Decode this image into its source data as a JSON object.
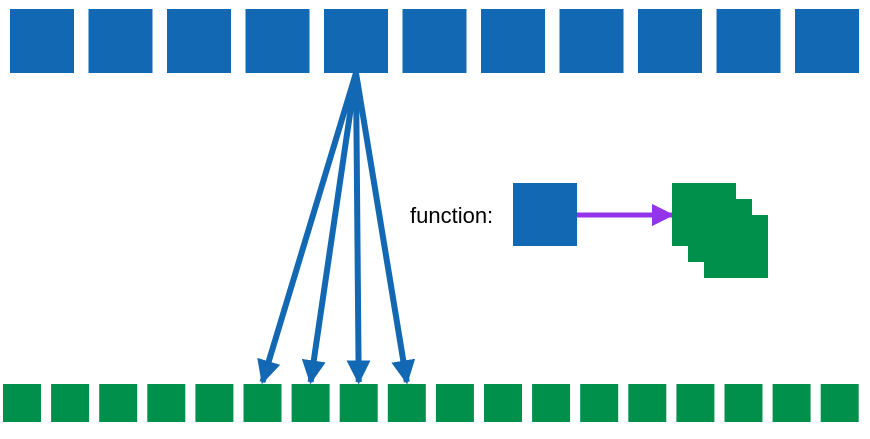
{
  "function_label": "function:",
  "colors": {
    "input_blue": "#1268B3",
    "output_green": "#00904C",
    "map_arrow_purple": "#9333EA",
    "fanout_arrow_blue": "#1268B3"
  },
  "input_array": {
    "count": 11,
    "source_index": 4
  },
  "output_array": {
    "count": 18,
    "target_indices": [
      5,
      6,
      7,
      8
    ]
  },
  "function_example": {
    "input_count": 1,
    "output_count": 3
  }
}
